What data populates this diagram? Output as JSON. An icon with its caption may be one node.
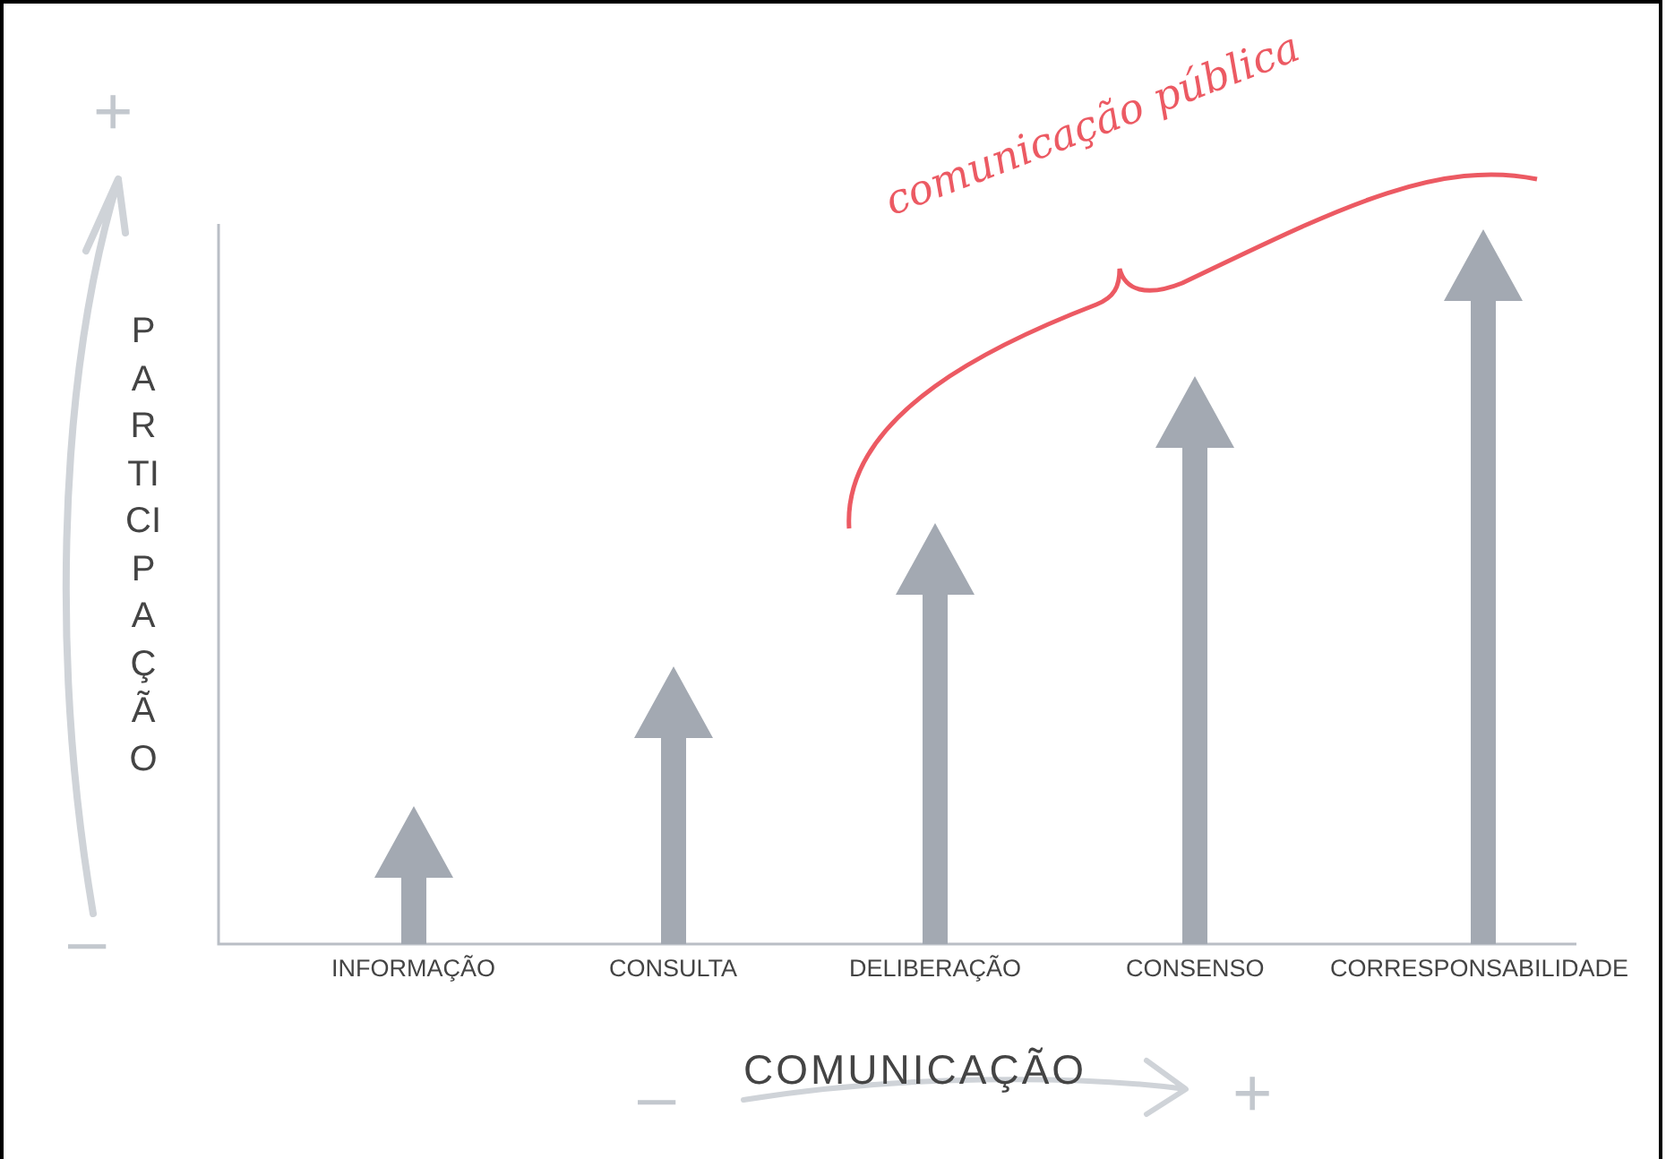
{
  "diagram": {
    "labels": [
      "+",
      "PARTICIPAÇÃO",
      "–",
      "comunicação pública",
      "INFORMAÇÃO",
      "CONSULTA",
      "DELIBERAÇÃO",
      "CONSENSO",
      "CORRESPONSABILIDADE",
      "–",
      "COMUNICAÇÃO",
      "+"
    ]
  }
}
